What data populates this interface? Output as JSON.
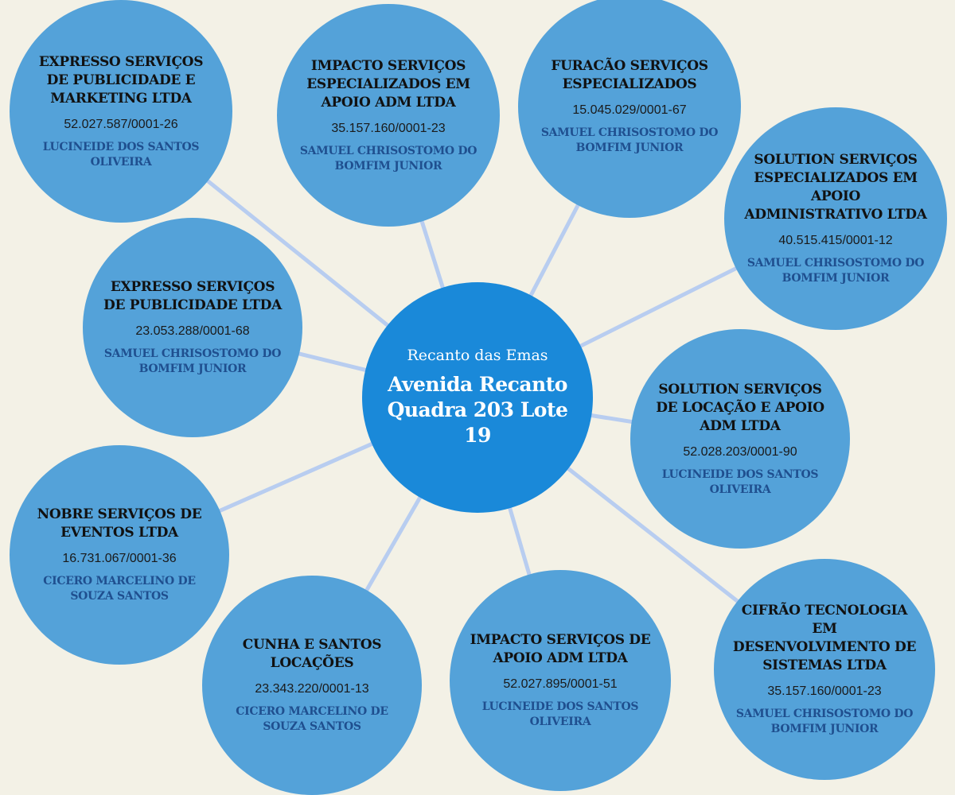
{
  "center": {
    "subtitle": "Recanto das Emas",
    "address": "Avenida Recanto Quadra 203 Lote 19"
  },
  "colors": {
    "background": "#f3f1e6",
    "node": "#54a2d9",
    "center": "#1a89d9",
    "link": "#b8cdf0",
    "owner_text": "#1f4f8f"
  },
  "nodes": [
    {
      "title": "EXPRESSO SERVIÇOS DE PUBLICIDADE E MARKETING LTDA",
      "cnpj": "52.027.587/0001-26",
      "owner": "LUCINEIDE DOS SANTOS OLIVEIRA"
    },
    {
      "title": "IMPACTO SERVIÇOS ESPECIALIZADOS EM APOIO ADM LTDA",
      "cnpj": "35.157.160/0001-23",
      "owner": "SAMUEL CHRISOSTOMO DO BOMFIM JUNIOR"
    },
    {
      "title": "FURACÃO SERVIÇOS ESPECIALIZADOS",
      "cnpj": "15.045.029/0001-67",
      "owner": "SAMUEL CHRISOSTOMO DO BOMFIM JUNIOR"
    },
    {
      "title": "SOLUTION SERVIÇOS ESPECIALIZADOS EM APOIO ADMINISTRATIVO LTDA",
      "cnpj": "40.515.415/0001-12",
      "owner": "SAMUEL CHRISOSTOMO DO BOMFIM JUNIOR"
    },
    {
      "title": "EXPRESSO SERVIÇOS DE PUBLICIDADE LTDA",
      "cnpj": "23.053.288/0001-68",
      "owner": "SAMUEL CHRISOSTOMO DO BOMFIM JUNIOR"
    },
    {
      "title": "SOLUTION SERVIÇOS DE LOCAÇÃO E APOIO ADM LTDA",
      "cnpj": "52.028.203/0001-90",
      "owner": "LUCINEIDE DOS SANTOS OLIVEIRA"
    },
    {
      "title": "NOBRE SERVIÇOS DE EVENTOS LTDA",
      "cnpj": "16.731.067/0001-36",
      "owner": "CICERO MARCELINO DE SOUZA SANTOS"
    },
    {
      "title": "CUNHA E SANTOS LOCAÇÕES",
      "cnpj": "23.343.220/0001-13",
      "owner": "CICERO MARCELINO DE SOUZA SANTOS"
    },
    {
      "title": "IMPACTO SERVIÇOS DE APOIO ADM LTDA",
      "cnpj": "52.027.895/0001-51",
      "owner": "LUCINEIDE DOS SANTOS OLIVEIRA"
    },
    {
      "title": "CIFRÃO TECNOLOGIA EM DESENVOLVIMENTO DE SISTEMAS LTDA",
      "cnpj": "35.157.160/0001-23",
      "owner": "SAMUEL CHRISOSTOMO DO BOMFIM JUNIOR"
    }
  ]
}
